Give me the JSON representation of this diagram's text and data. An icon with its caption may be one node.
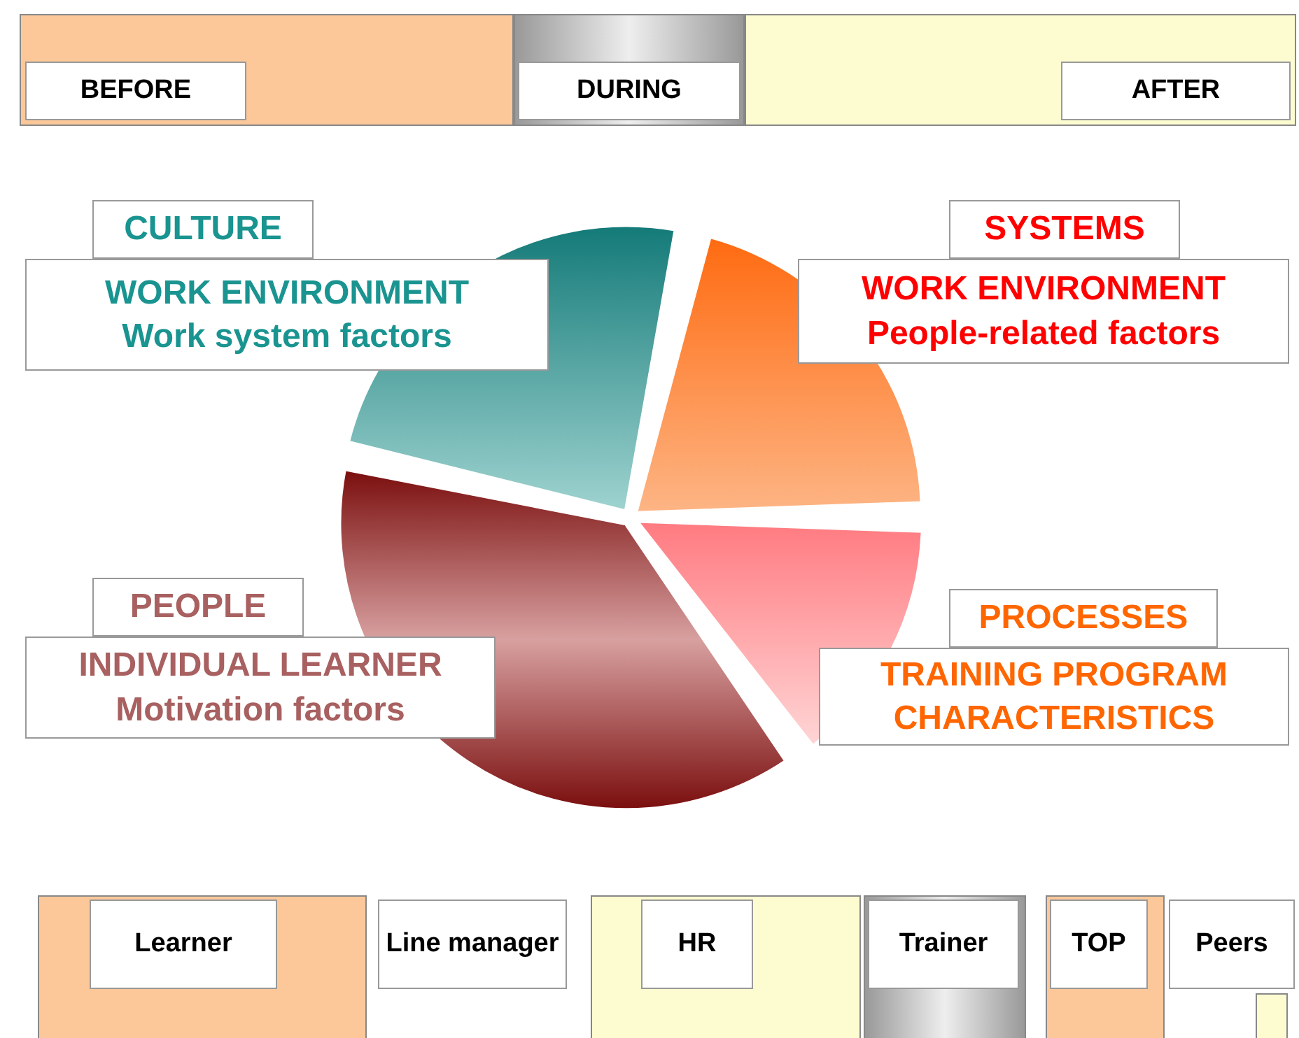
{
  "diagram": {
    "nodes": [
      {
        "text": [],
        "shape": "bar"
      },
      {
        "text": [
          "BEFORE"
        ],
        "in": 0
      },
      {
        "text": [],
        "shape": "bar"
      },
      {
        "text": [
          "DURING"
        ],
        "in": 2
      },
      {
        "text": [],
        "shape": "bar"
      },
      {
        "text": [
          "AFTER"
        ],
        "in": 4
      },
      {
        "text": [
          "CULTURE"
        ]
      },
      {
        "text": [
          "WORK ENVIRONMENT",
          "Work system factors"
        ]
      },
      {
        "text": [
          "SYSTEMS"
        ]
      },
      {
        "text": [
          "WORK ENVIRONMENT",
          "People-related factors"
        ]
      },
      {
        "text": [
          "PEOPLE"
        ]
      },
      {
        "text": [
          "INDIVIDUAL LEARNER",
          "Motivation factors"
        ]
      },
      {
        "text": [
          "PROCESSES"
        ]
      },
      {
        "text": [
          "TRAINING PROGRAM CHARACTERISTICS"
        ]
      },
      {
        "text": [],
        "shape": "bar"
      },
      {
        "text": [
          "Learner"
        ],
        "in": 14
      },
      {
        "text": [
          "Line manager"
        ]
      },
      {
        "text": [],
        "shape": "bar"
      },
      {
        "text": [
          "HR"
        ],
        "in": 17
      },
      {
        "text": [],
        "shape": "bar"
      },
      {
        "text": [
          "Trainer"
        ],
        "in": 19
      },
      {
        "text": [],
        "shape": "bar"
      },
      {
        "text": [
          "TOP"
        ],
        "in": 21
      },
      {
        "text": [
          "Peers"
        ]
      },
      {
        "text": [],
        "shape": "bar"
      }
    ],
    "edges": []
  }
}
